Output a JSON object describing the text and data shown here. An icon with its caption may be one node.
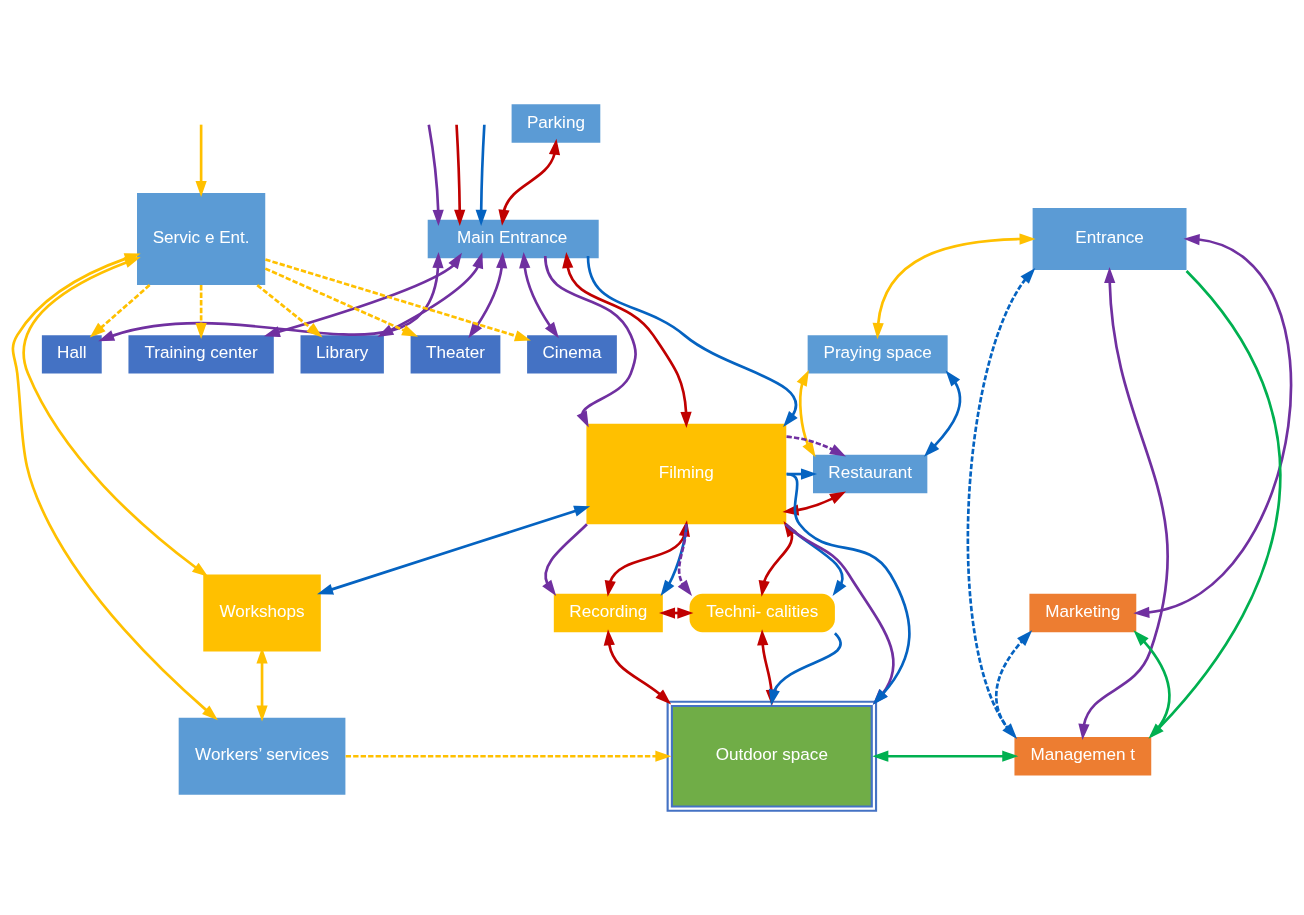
{
  "diagram": {
    "nodes": [
      {
        "text": [
          "Parking"
        ]
      },
      {
        "text": [
          "Hall"
        ]
      },
      {
        "text": [
          "Training center"
        ]
      },
      {
        "text": [
          "Library"
        ]
      },
      {
        "text": [
          "Theater"
        ]
      },
      {
        "text": [
          "Cinema"
        ]
      },
      {
        "text": [
          "Main Entrance"
        ]
      },
      {
        "text": [
          "Entrance"
        ]
      },
      {
        "text": [
          "Praying space"
        ]
      },
      {
        "text": [
          "Filming"
        ]
      },
      {
        "text": [
          "Restaurant"
        ]
      },
      {
        "text": [
          "Recording"
        ]
      },
      {
        "text": [
          "Techni- calities"
        ]
      },
      {
        "text": [
          "Servic e Ent."
        ]
      },
      {
        "text": [
          "Workshops"
        ]
      },
      {
        "text": [
          "Marketing"
        ]
      },
      {
        "text": [
          "Outdoor space"
        ]
      },
      {
        "text": [
          "Workers’ services"
        ]
      },
      {
        "text": [
          "Managemen t"
        ]
      }
    ],
    "edges": [
      {
        "from": null,
        "to": 6,
        "arrow": "to",
        "color": "#7030a0"
      },
      {
        "from": null,
        "to": 6,
        "arrow": "to",
        "color": "#c00000"
      },
      {
        "from": null,
        "to": 6,
        "arrow": "to",
        "color": "#0563c1"
      },
      {
        "from": 6,
        "to": 0,
        "arrow": "both",
        "color": "#c00000"
      },
      {
        "from": 6,
        "to": 1,
        "arrow": "both",
        "color": "#7030a0"
      },
      {
        "from": 6,
        "to": 2,
        "arrow": "both",
        "color": "#7030a0"
      },
      {
        "from": 6,
        "to": 3,
        "arrow": "both",
        "color": "#7030a0"
      },
      {
        "from": 6,
        "to": 4,
        "arrow": "both",
        "color": "#7030a0"
      },
      {
        "from": 6,
        "to": 5,
        "arrow": "both",
        "color": "#7030a0"
      },
      {
        "from": 6,
        "to": 9,
        "arrow": "to",
        "color": "#7030a0"
      },
      {
        "from": 6,
        "to": 9,
        "arrow": "both",
        "color": "#c00000"
      },
      {
        "from": 6,
        "to": 9,
        "arrow": "to",
        "color": "#0563c1"
      },
      {
        "from": 7,
        "to": 8,
        "arrow": "both",
        "color": "#ffc000"
      },
      {
        "from": 8,
        "to": 10,
        "arrow": "both",
        "color": "#ffc000"
      },
      {
        "from": 8,
        "to": 10,
        "arrow": "both",
        "color": "#0563c1"
      },
      {
        "from": 9,
        "to": 10,
        "arrow": "both",
        "color": "#c00000"
      },
      {
        "from": 9,
        "to": 10,
        "arrow": "to",
        "color": "#0563c1"
      },
      {
        "from": 9,
        "to": 10,
        "arrow": "to",
        "style": "dashed",
        "color": "#7030a0"
      },
      {
        "from": 9,
        "to": 14,
        "arrow": "both",
        "color": "#0563c1"
      },
      {
        "from": 9,
        "to": 11,
        "arrow": "to",
        "color": "#7030a0"
      },
      {
        "from": 9,
        "to": 11,
        "arrow": "both",
        "color": "#c00000"
      },
      {
        "from": 9,
        "to": 11,
        "arrow": "to",
        "color": "#0563c1"
      },
      {
        "from": 9,
        "to": 12,
        "arrow": "to",
        "style": "dashed",
        "color": "#7030a0"
      },
      {
        "from": 9,
        "to": 12,
        "arrow": "both",
        "color": "#c00000"
      },
      {
        "from": 9,
        "to": 12,
        "arrow": "to",
        "color": "#0563c1"
      },
      {
        "from": 11,
        "to": 12,
        "arrow": "both",
        "color": "#c00000"
      },
      {
        "from": 11,
        "to": 16,
        "arrow": "both",
        "color": "#c00000"
      },
      {
        "from": 12,
        "to": 16,
        "arrow": "both",
        "color": "#c00000"
      },
      {
        "from": 12,
        "to": 16,
        "arrow": "to",
        "color": "#0563c1"
      },
      {
        "from": 9,
        "to": 16,
        "arrow": "to",
        "color": "#7030a0"
      },
      {
        "from": 9,
        "to": 16,
        "arrow": "to",
        "color": "#0563c1"
      },
      {
        "from": 16,
        "to": 18,
        "arrow": "both",
        "color": "#00b050"
      },
      {
        "from": 7,
        "to": 18,
        "arrow": "to",
        "color": "#00b050"
      },
      {
        "from": 7,
        "to": 15,
        "arrow": "both",
        "color": "#7030a0"
      },
      {
        "from": 7,
        "to": 18,
        "arrow": "both",
        "color": "#7030a0"
      },
      {
        "from": 7,
        "to": 18,
        "arrow": "both",
        "style": "dashed",
        "color": "#0563c1"
      },
      {
        "from": 18,
        "to": 15,
        "arrow": "to",
        "style": "dashed",
        "color": "#0563c1"
      },
      {
        "from": 18,
        "to": 15,
        "arrow": "to",
        "color": "#00b050"
      },
      {
        "from": 13,
        "to": 1,
        "arrow": "to",
        "style": "dashed",
        "color": "#ffc000"
      },
      {
        "from": 13,
        "to": 2,
        "arrow": "to",
        "style": "dashed",
        "color": "#ffc000"
      },
      {
        "from": 13,
        "to": 3,
        "arrow": "to",
        "style": "dashed",
        "color": "#ffc000"
      },
      {
        "from": 13,
        "to": 4,
        "arrow": "to",
        "style": "dashed",
        "color": "#ffc000"
      },
      {
        "from": 13,
        "to": 5,
        "arrow": "to",
        "style": "dashed",
        "color": "#ffc000"
      },
      {
        "from": null,
        "to": 13,
        "arrow": "to",
        "color": "#ffc000"
      },
      {
        "from": 13,
        "to": 14,
        "arrow": "both",
        "color": "#ffc000"
      },
      {
        "from": 13,
        "to": 17,
        "arrow": "both",
        "color": "#ffc000"
      },
      {
        "from": 17,
        "to": 14,
        "arrow": "both",
        "color": "#ffc000"
      },
      {
        "from": 17,
        "to": 16,
        "arrow": "to",
        "style": "dashed",
        "color": "#ffc000"
      }
    ]
  }
}
